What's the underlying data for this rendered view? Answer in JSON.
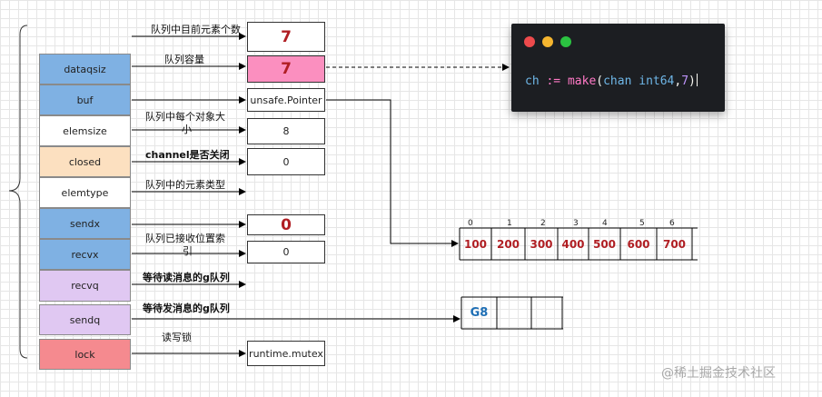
{
  "fields": [
    {
      "name": "dataqsiz",
      "color": "#7fb1e3"
    },
    {
      "name": "buf",
      "color": "#7fb1e3"
    },
    {
      "name": "elemsize",
      "color": "#ffffff"
    },
    {
      "name": "closed",
      "color": "#fce0c0"
    },
    {
      "name": "elemtype",
      "color": "#ffffff"
    },
    {
      "name": "sendx",
      "color": "#7fb1e3"
    },
    {
      "name": "recvx",
      "color": "#7fb1e3"
    },
    {
      "name": "recvq",
      "color": "#e0c8f2"
    },
    {
      "name": "sendq",
      "color": "#e0c8f2"
    },
    {
      "name": "lock",
      "color": "#f58a8f"
    }
  ],
  "labels": {
    "qcount": "队列中目前元素个数",
    "dataqsiz": "队列容量",
    "elemsize_1": "队列中每个对象大",
    "elemsize_2": "小",
    "closed": "channel是否关闭",
    "elemtype": "队列中的元素类型",
    "recvx_1": "队列已接收位置索",
    "recvx_2": "引",
    "recvq": "等待读消息的g队列",
    "sendq": "等待发消息的g队列",
    "lock": "读写锁"
  },
  "values": {
    "qcount": "7",
    "dataqsiz": "7",
    "buf": "unsafe.Pointer",
    "elemsize": "8",
    "closed": "0",
    "sendx": "0",
    "recvx": "0",
    "lock": "runtime.mutex"
  },
  "highlight_color": "#fb8fbf",
  "terminal": {
    "code_tokens": [
      "ch",
      " := ",
      "make",
      "(",
      "chan",
      " ",
      "int64",
      ",",
      "7",
      ")"
    ],
    "dot_colors": [
      "#ed4a4c",
      "#f5b52f",
      "#2bc241"
    ]
  },
  "buffer": {
    "indices": [
      "0",
      "1",
      "2",
      "3",
      "4",
      "5",
      "6"
    ],
    "values": [
      "100",
      "200",
      "300",
      "400",
      "500",
      "600",
      "700"
    ]
  },
  "sendq_queue": [
    "G8",
    "",
    ""
  ],
  "watermark": "@稀土掘金技术社区"
}
